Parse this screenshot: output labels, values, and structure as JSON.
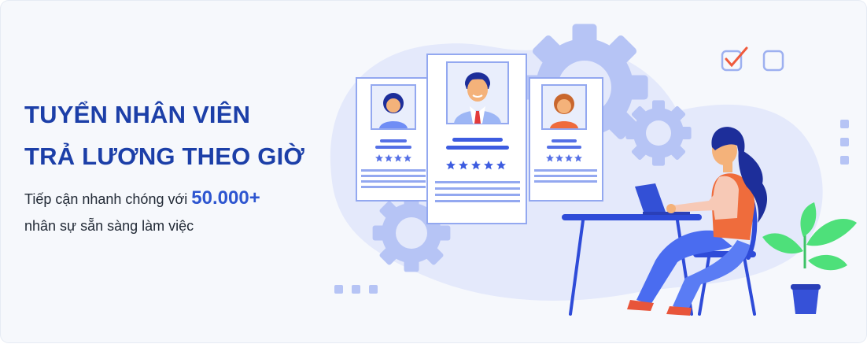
{
  "banner": {
    "headline_line1": "TUYỂN NHÂN VIÊN",
    "headline_line2": "TRẢ LƯƠNG THEO GIỜ",
    "sub_prefix": "Tiếp cận nhanh chóng với",
    "sub_highlight": "50.000+",
    "sub_line2": "nhân sự sẵn sàng làm việc"
  },
  "colors": {
    "headline": "#1c3fa8",
    "highlight": "#2d55d0",
    "accent_blue": "#3d5ce0",
    "soft_blue": "#8fa5f2",
    "background_blob": "#e4e9fb",
    "check_mark": "#ef5a3c",
    "plant": "#4ee07a"
  },
  "icons": [
    "checkbox-checked-icon",
    "checkbox-empty-icon",
    "gear-icon",
    "star-icon",
    "profile-card-icon",
    "plant-icon",
    "laptop-icon"
  ]
}
